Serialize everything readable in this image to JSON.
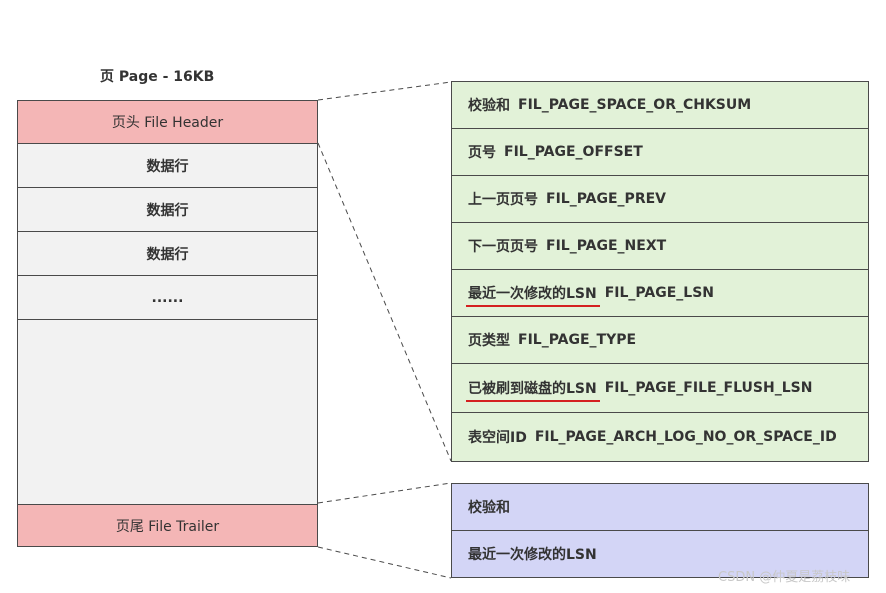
{
  "title": "页 Page - 16KB",
  "page_structure": {
    "header": "页头 File Header",
    "rows": [
      "数据行",
      "数据行",
      "数据行",
      "......"
    ],
    "trailer": "页尾 File Trailer"
  },
  "file_header_fields": [
    {
      "cn": "校验和",
      "en": "FIL_PAGE_SPACE_OR_CHKSUM",
      "underline": false
    },
    {
      "cn": "页号",
      "en": "FIL_PAGE_OFFSET",
      "underline": false
    },
    {
      "cn": "上一页页号",
      "en": "FIL_PAGE_PREV",
      "underline": false
    },
    {
      "cn": "下一页页号",
      "en": "FIL_PAGE_NEXT",
      "underline": false
    },
    {
      "cn": "最近一次修改的LSN",
      "en": "FIL_PAGE_LSN",
      "underline": true
    },
    {
      "cn": "页类型",
      "en": "FIL_PAGE_TYPE",
      "underline": false
    },
    {
      "cn": "已被刷到磁盘的LSN",
      "en": "FIL_PAGE_FILE_FLUSH_LSN",
      "underline": true
    },
    {
      "cn": "表空间ID",
      "en": "FIL_PAGE_ARCH_LOG_NO_OR_SPACE_ID",
      "underline": false
    }
  ],
  "file_trailer_fields": [
    "校验和",
    "最近一次修改的LSN"
  ],
  "watermark": "CSDN @仲夏是荔枝味",
  "colors": {
    "header_trailer_fill": "#f4b6b6",
    "page_fill": "#f2f2f2",
    "header_detail_fill": "#e2f2d8",
    "trailer_detail_fill": "#d3d5f6",
    "underline": "#d42020"
  }
}
